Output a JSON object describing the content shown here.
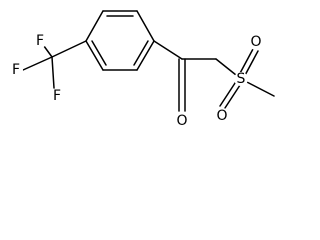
{
  "molecule": {
    "atoms": {
      "f1": "F",
      "f2": "F",
      "f3": "F",
      "o_carbonyl": "O",
      "s": "S",
      "o_sulfonyl_1": "O",
      "o_sulfonyl_2": "O"
    }
  },
  "colors": {
    "bond": "#000000",
    "background": "#ffffff"
  }
}
